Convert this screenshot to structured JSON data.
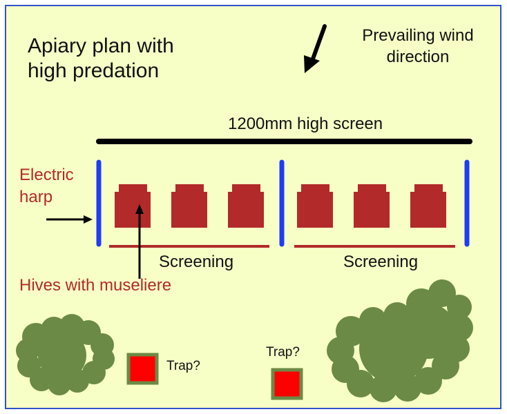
{
  "title": "Apiary plan with high predation",
  "title_lines": [
    "Apiary plan with",
    "high predation"
  ],
  "wind_label_lines": [
    "Prevailing wind",
    "direction"
  ],
  "screen_label": "1200mm high screen",
  "harp_label_lines": [
    "Electric",
    "harp"
  ],
  "screening_labels": [
    "Screening",
    "Screening"
  ],
  "hives_label": "Hives with museliere",
  "trap_label": "Trap?",
  "colors": {
    "background": "#f7ffc6",
    "border": "#2f51c7",
    "hive": "#b22a2a",
    "harp": "#1f3df5",
    "screen": "#000000",
    "screening_line": "#b22a2a",
    "bush": "#6b8a45",
    "trap_fill": "#ff0000",
    "trap_border": "#6b8a45",
    "label_red": "#b22a2a"
  },
  "hive_count": 6
}
